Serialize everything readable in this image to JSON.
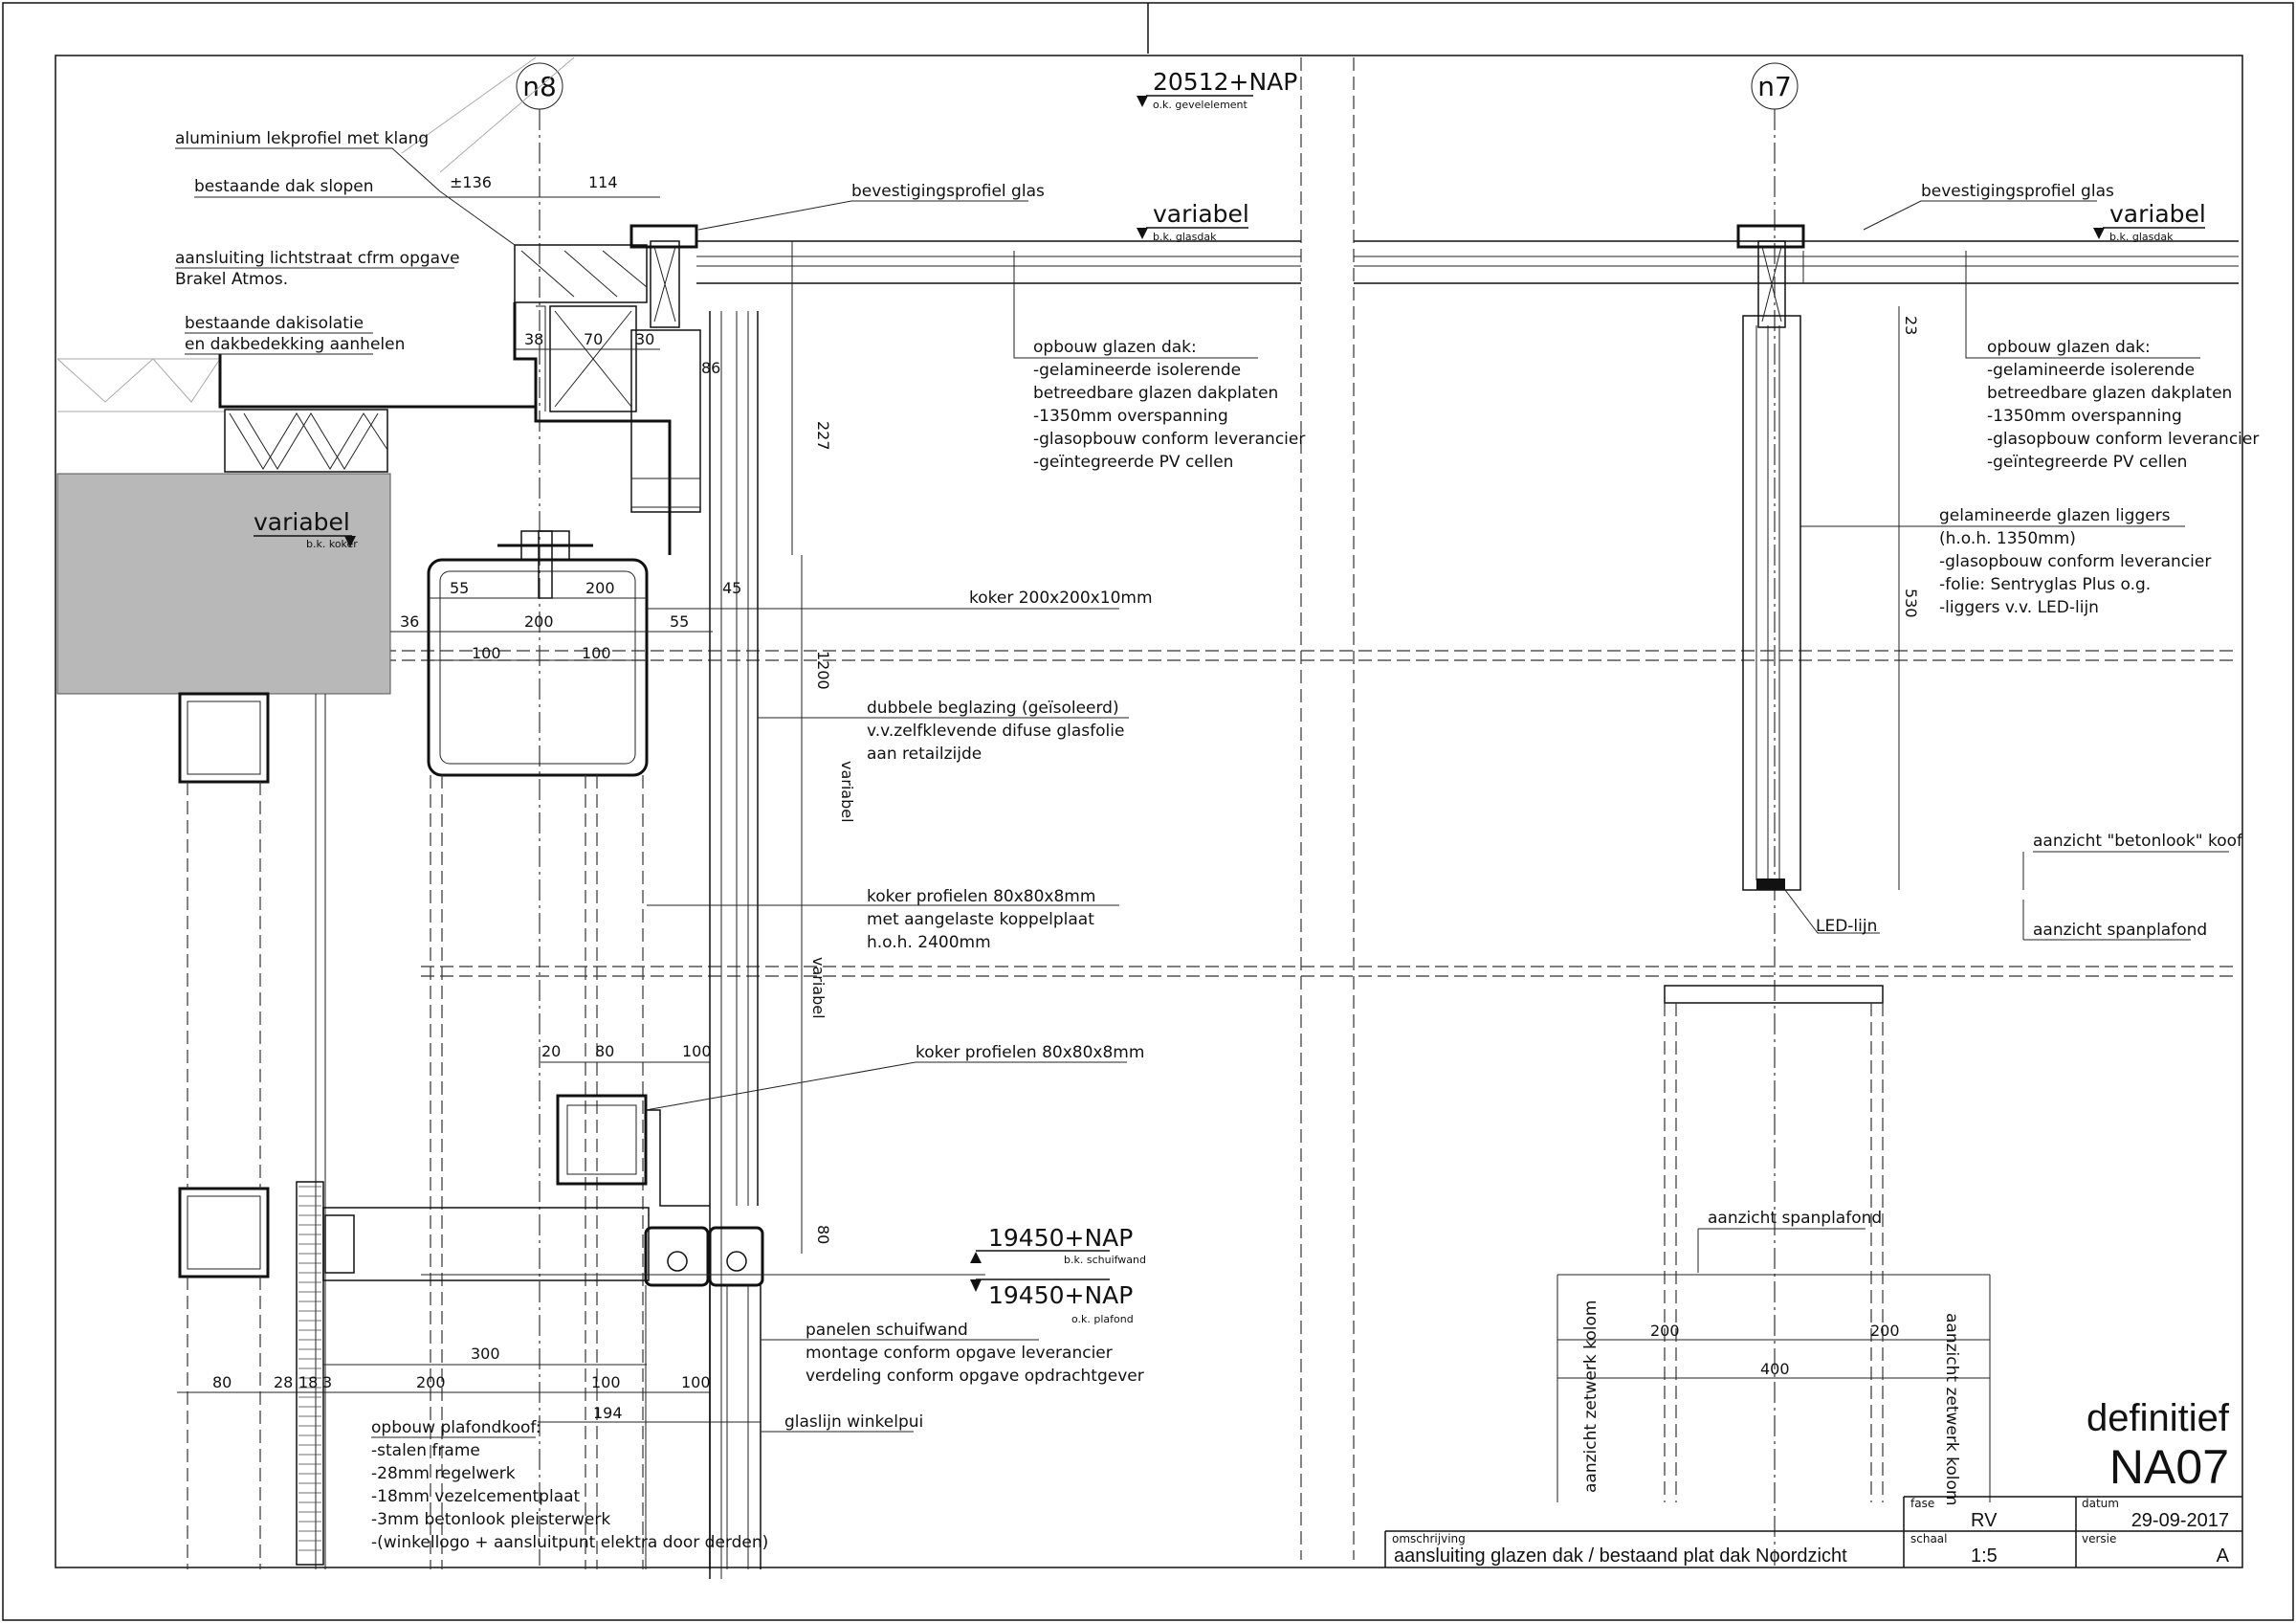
{
  "grid": {
    "left": "n8",
    "right": "n7"
  },
  "levels": {
    "top": {
      "value": "20512+NAP",
      "sub": "o.k. gevelelement"
    },
    "glasdak_left": {
      "value": "variabel",
      "sub": "b.k. glasdak"
    },
    "glasdak_right": {
      "value": "variabel",
      "sub": "b.k. glasdak"
    },
    "koker": {
      "value": "variabel",
      "sub": "b.k. koker"
    },
    "schuifwand": {
      "value": "19450+NAP",
      "sub": "b.k. schuifwand"
    },
    "plafond": {
      "value": "19450+NAP",
      "sub": "o.k. plafond"
    }
  },
  "left_labels": [
    "aluminium lekprofiel met klang",
    "bestaande dak slopen",
    "aansluiting lichtstraat cfrm opgave",
    "Brakel Atmos.",
    "bestaande dakisolatie",
    "en dakbedekking aanhelen"
  ],
  "labels": {
    "bevestiging_left": "bevestigingsprofiel glas",
    "bevestiging_right": "bevestigingsprofiel glas",
    "koker_200": "koker 200x200x10mm",
    "koker_80": "koker profielen 80x80x8mm",
    "glaslijn": "glaslijn winkelpui",
    "led": "LED-lijn",
    "spanplafond_center": "aanzicht spanplafond",
    "betonlook": "aanzicht \"betonlook\" koof",
    "spanplafond_right": "aanzicht spanplafond",
    "zetwerk_left": "aanzicht zetwerk kolom",
    "zetwerk_right": "aanzicht zetwerk kolom"
  },
  "opbouw_left": [
    "opbouw glazen dak:",
    "-gelamineerde isolerende",
    " betreedbare glazen dakplaten",
    "-1350mm overspanning",
    "-glasopbouw conform leverancier",
    "-geïntegreerde PV cellen"
  ],
  "opbouw_right": [
    "opbouw glazen dak:",
    "-gelamineerde isolerende",
    " betreedbare glazen dakplaten",
    "-1350mm overspanning",
    "-glasopbouw conform leverancier",
    "-geïntegreerde PV cellen"
  ],
  "beglazing": [
    "dubbele beglazing (geïsoleerd)",
    "v.v.zelfklevende difuse glasfolie",
    "aan retailzijde"
  ],
  "koker_profielen_block": [
    "koker profielen 80x80x8mm",
    "met aangelaste koppelplaat",
    "h.o.h. 2400mm"
  ],
  "panelen": [
    "panelen schuifwand",
    "montage conform opgave leverancier",
    "verdeling conform opgave opdrachtgever"
  ],
  "plafondkoof": [
    "opbouw plafondkoof:",
    "-stalen frame",
    "-28mm regelwerk",
    "-18mm vezelcementplaat",
    "-3mm betonlook pleisterwerk",
    "-(winkellogo + aansluitpunt elektra door derden)"
  ],
  "liggers": [
    "gelamineerde glazen liggers",
    "(h.o.h. 1350mm)",
    "-glasopbouw conform leverancier",
    "-folie: Sentryglas Plus o.g.",
    "-liggers v.v. LED-lijn"
  ],
  "dims": {
    "d136": "±136",
    "d114": "114",
    "d38": "38",
    "d70": "70",
    "d30": "30",
    "d86": "86",
    "d227": "227",
    "d55a": "55",
    "d200a": "200",
    "d45": "45",
    "d36": "36",
    "d200b": "200",
    "d55b": "55",
    "d100a": "100",
    "d100b": "100",
    "d1200": "1200",
    "dvar1": "variabel",
    "dvar2": "variabel",
    "d20": "20",
    "d80a": "80",
    "d100c": "100",
    "d80v": "80",
    "d300": "300",
    "d80b": "80",
    "d28": "28",
    "d18": "18",
    "d3": "3",
    "d200c": "200",
    "d100d": "100",
    "d100e": "100",
    "d194": "194",
    "d23": "23",
    "d530": "530",
    "r200a": "200",
    "r200b": "200",
    "r400": "400"
  },
  "titleblock": {
    "status": "definitief",
    "sheet": "NA07",
    "fase_label": "fase",
    "fase": "RV",
    "datum_label": "datum",
    "datum": "29-09-2017",
    "omschrijving_label": "omschrijving",
    "omschrijving": "aansluiting glazen dak / bestaand plat dak Noordzicht",
    "schaal_label": "schaal",
    "schaal": "1:5",
    "versie_label": "versie",
    "versie": "A"
  }
}
